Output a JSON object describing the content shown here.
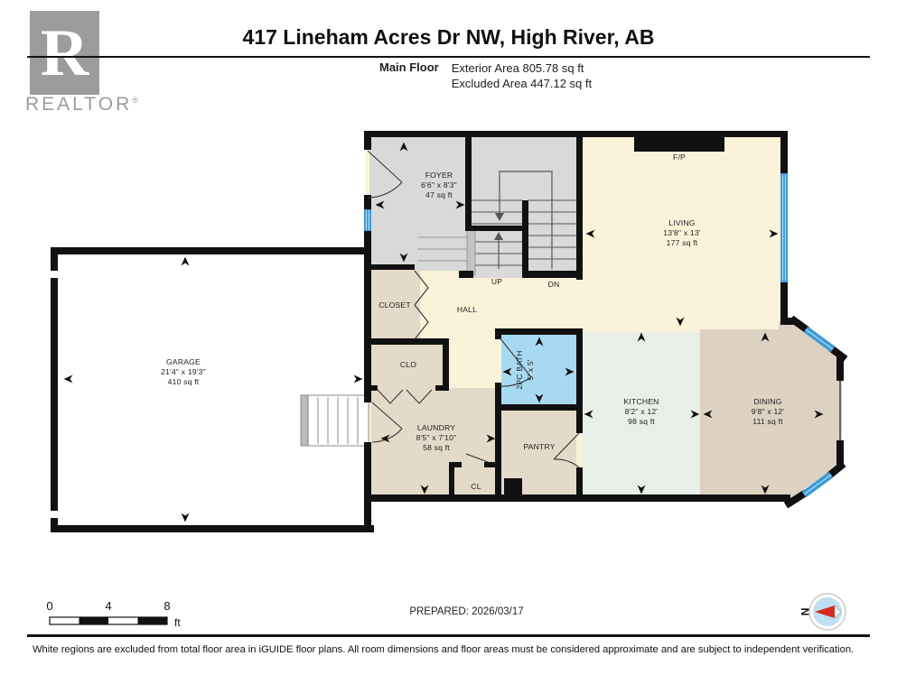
{
  "header": {
    "title": "417 Lineham Acres Dr NW, High River, AB",
    "floor_label": "Main Floor",
    "exterior_area": "Exterior Area 805.78 sq ft",
    "excluded_area": "Excluded Area 447.12 sq ft"
  },
  "logo": {
    "letter": "R",
    "word": "REALTOR",
    "registered": "®"
  },
  "rooms": {
    "foyer": {
      "name": "FOYER",
      "dims": "6'6\" x 8'3\"",
      "area": "47 sq ft"
    },
    "living": {
      "name": "LIVING",
      "dims": "13'8\" x 13'",
      "area": "177 sq ft"
    },
    "garage": {
      "name": "GARAGE",
      "dims": "21'4\" x 19'3\"",
      "area": "410 sq ft"
    },
    "kitchen": {
      "name": "KITCHEN",
      "dims": "8'2\" x 12'",
      "area": "98 sq ft"
    },
    "dining": {
      "name": "DINING",
      "dims": "9'8\" x 12'",
      "area": "111 sq ft"
    },
    "laundry": {
      "name": "LAUNDRY",
      "dims": "8'5\" x 7'10\"",
      "area": "58 sq ft"
    },
    "bath": {
      "name": "2PC BATH",
      "dims": "5' x 5'"
    },
    "closet": {
      "name": "CLOSET"
    },
    "hall": {
      "name": "HALL"
    },
    "clo": {
      "name": "CLO"
    },
    "pantry": {
      "name": "PANTRY"
    },
    "cl": {
      "name": "CL"
    }
  },
  "stairs": {
    "up": "UP",
    "dn": "DN"
  },
  "fireplace": {
    "label": "F/P"
  },
  "scale": {
    "ticks": [
      "0",
      "4",
      "8"
    ],
    "unit": "ft"
  },
  "prepared": "PREPARED: 2026/03/17",
  "compass": {
    "label": "N"
  },
  "footer": "White regions are excluded from total floor area in iGUIDE floor plans. All room dimensions and floor areas must be considered approximate and are subject to independent verification.",
  "colors": {
    "wall": "#111111",
    "cream": "#faf3da",
    "stair_gray": "#d9d9d9",
    "tan": "#e4dac9",
    "dining_tan": "#ddd2c1",
    "kitchen_mint": "#e7efe7",
    "bath_blue": "#a8d9f2",
    "window_blue": "#3d9bd5",
    "garage": "#ffffff",
    "logo_gray": "#9c9c9c",
    "compass_red": "#d42b1e",
    "compass_blue": "#bfe0f0"
  }
}
